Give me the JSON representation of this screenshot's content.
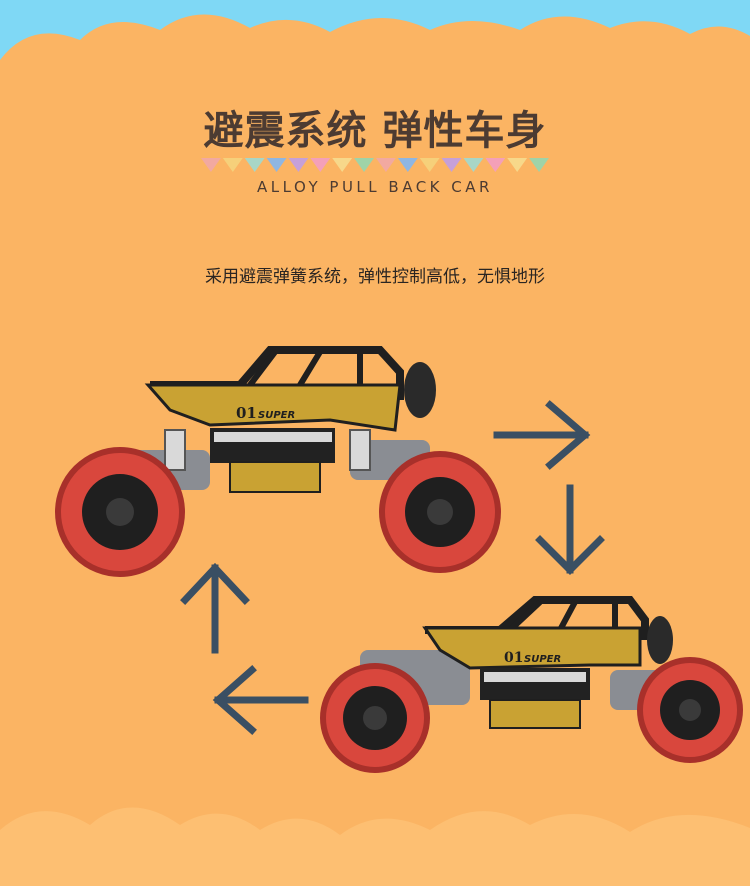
{
  "heading": {
    "title": "避震系统 弹性车身",
    "subtitle": "ALLOY PULL BACK CAR"
  },
  "description": "采用避震弹簧系统，弹性控制高低，无惧地形",
  "car_top": {
    "number": "01",
    "badge": "SUPER"
  },
  "car_bottom": {
    "number": "01",
    "badge": "SUPER"
  },
  "colors": {
    "background": "#fbb463",
    "sky": "#7fd8f5",
    "arrow": "#3a4f63",
    "tire": "#d9473d",
    "body": "#c9a233",
    "cloud": "#fdbf72"
  },
  "pennant_colors": [
    "#f2a9a0",
    "#f6d07a",
    "#a8d6c6",
    "#8fb6e2",
    "#c6a0d8",
    "#f4a0b8",
    "#f7d88a",
    "#9fd3a8",
    "#f2a9a0",
    "#8fb6e2",
    "#f6d07a",
    "#c6a0d8",
    "#a8d6c6",
    "#f4a0b8",
    "#f7d88a",
    "#9fd3a8"
  ]
}
